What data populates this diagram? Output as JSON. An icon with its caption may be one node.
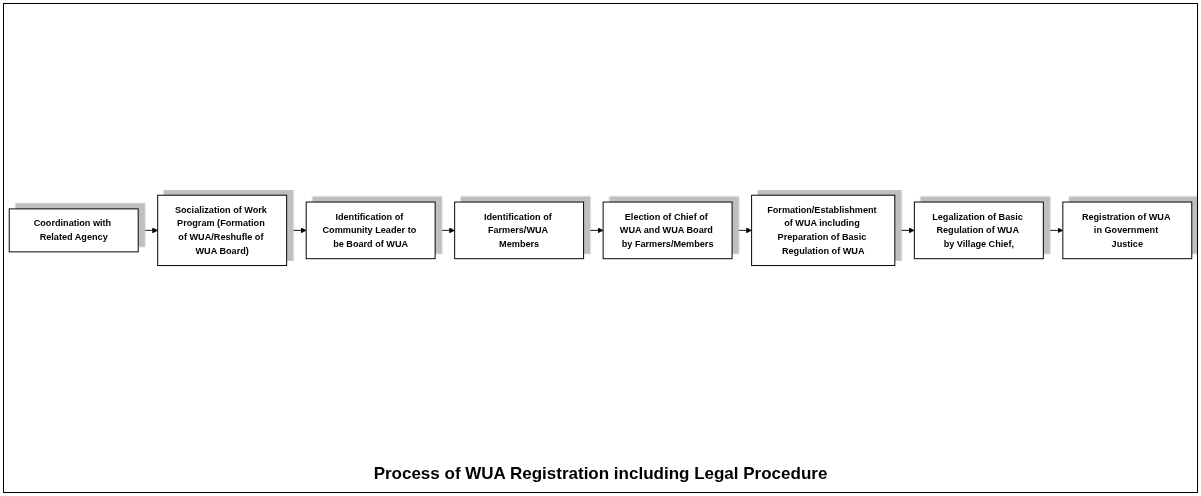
{
  "diagram": {
    "caption": "Process of WUA Registration including Legal Procedure",
    "nodes": [
      {
        "text": [
          "Coordination with Related Agency"
        ]
      },
      {
        "text": [
          "Socialization of Work Program (Formation of WUA/Reshufle of WUA Board)"
        ]
      },
      {
        "text": [
          "Identification of Community Leader to be Board of WUA"
        ]
      },
      {
        "text": [
          "Identification of Farmers/WUA Members"
        ]
      },
      {
        "text": [
          "Election of Chief of WUA and WUA Board by Farmers/Members"
        ]
      },
      {
        "text": [
          "Formation/Establishment of WUA including Preparation of Basic Regulation of WUA"
        ]
      },
      {
        "text": [
          "Legalization of Basic Regulation of WUA by Village Chief,"
        ]
      },
      {
        "text": [
          "Registration of WUA in Government Justice"
        ]
      }
    ],
    "edges": [
      {
        "from": 0,
        "to": 1,
        "arrow": "to"
      },
      {
        "from": 1,
        "to": 2,
        "arrow": "to"
      },
      {
        "from": 2,
        "to": 3,
        "arrow": "to"
      },
      {
        "from": 3,
        "to": 4,
        "arrow": "to"
      },
      {
        "from": 4,
        "to": 5,
        "arrow": "to"
      },
      {
        "from": 5,
        "to": 6,
        "arrow": "to"
      },
      {
        "from": 6,
        "to": 7,
        "arrow": "to"
      }
    ]
  }
}
